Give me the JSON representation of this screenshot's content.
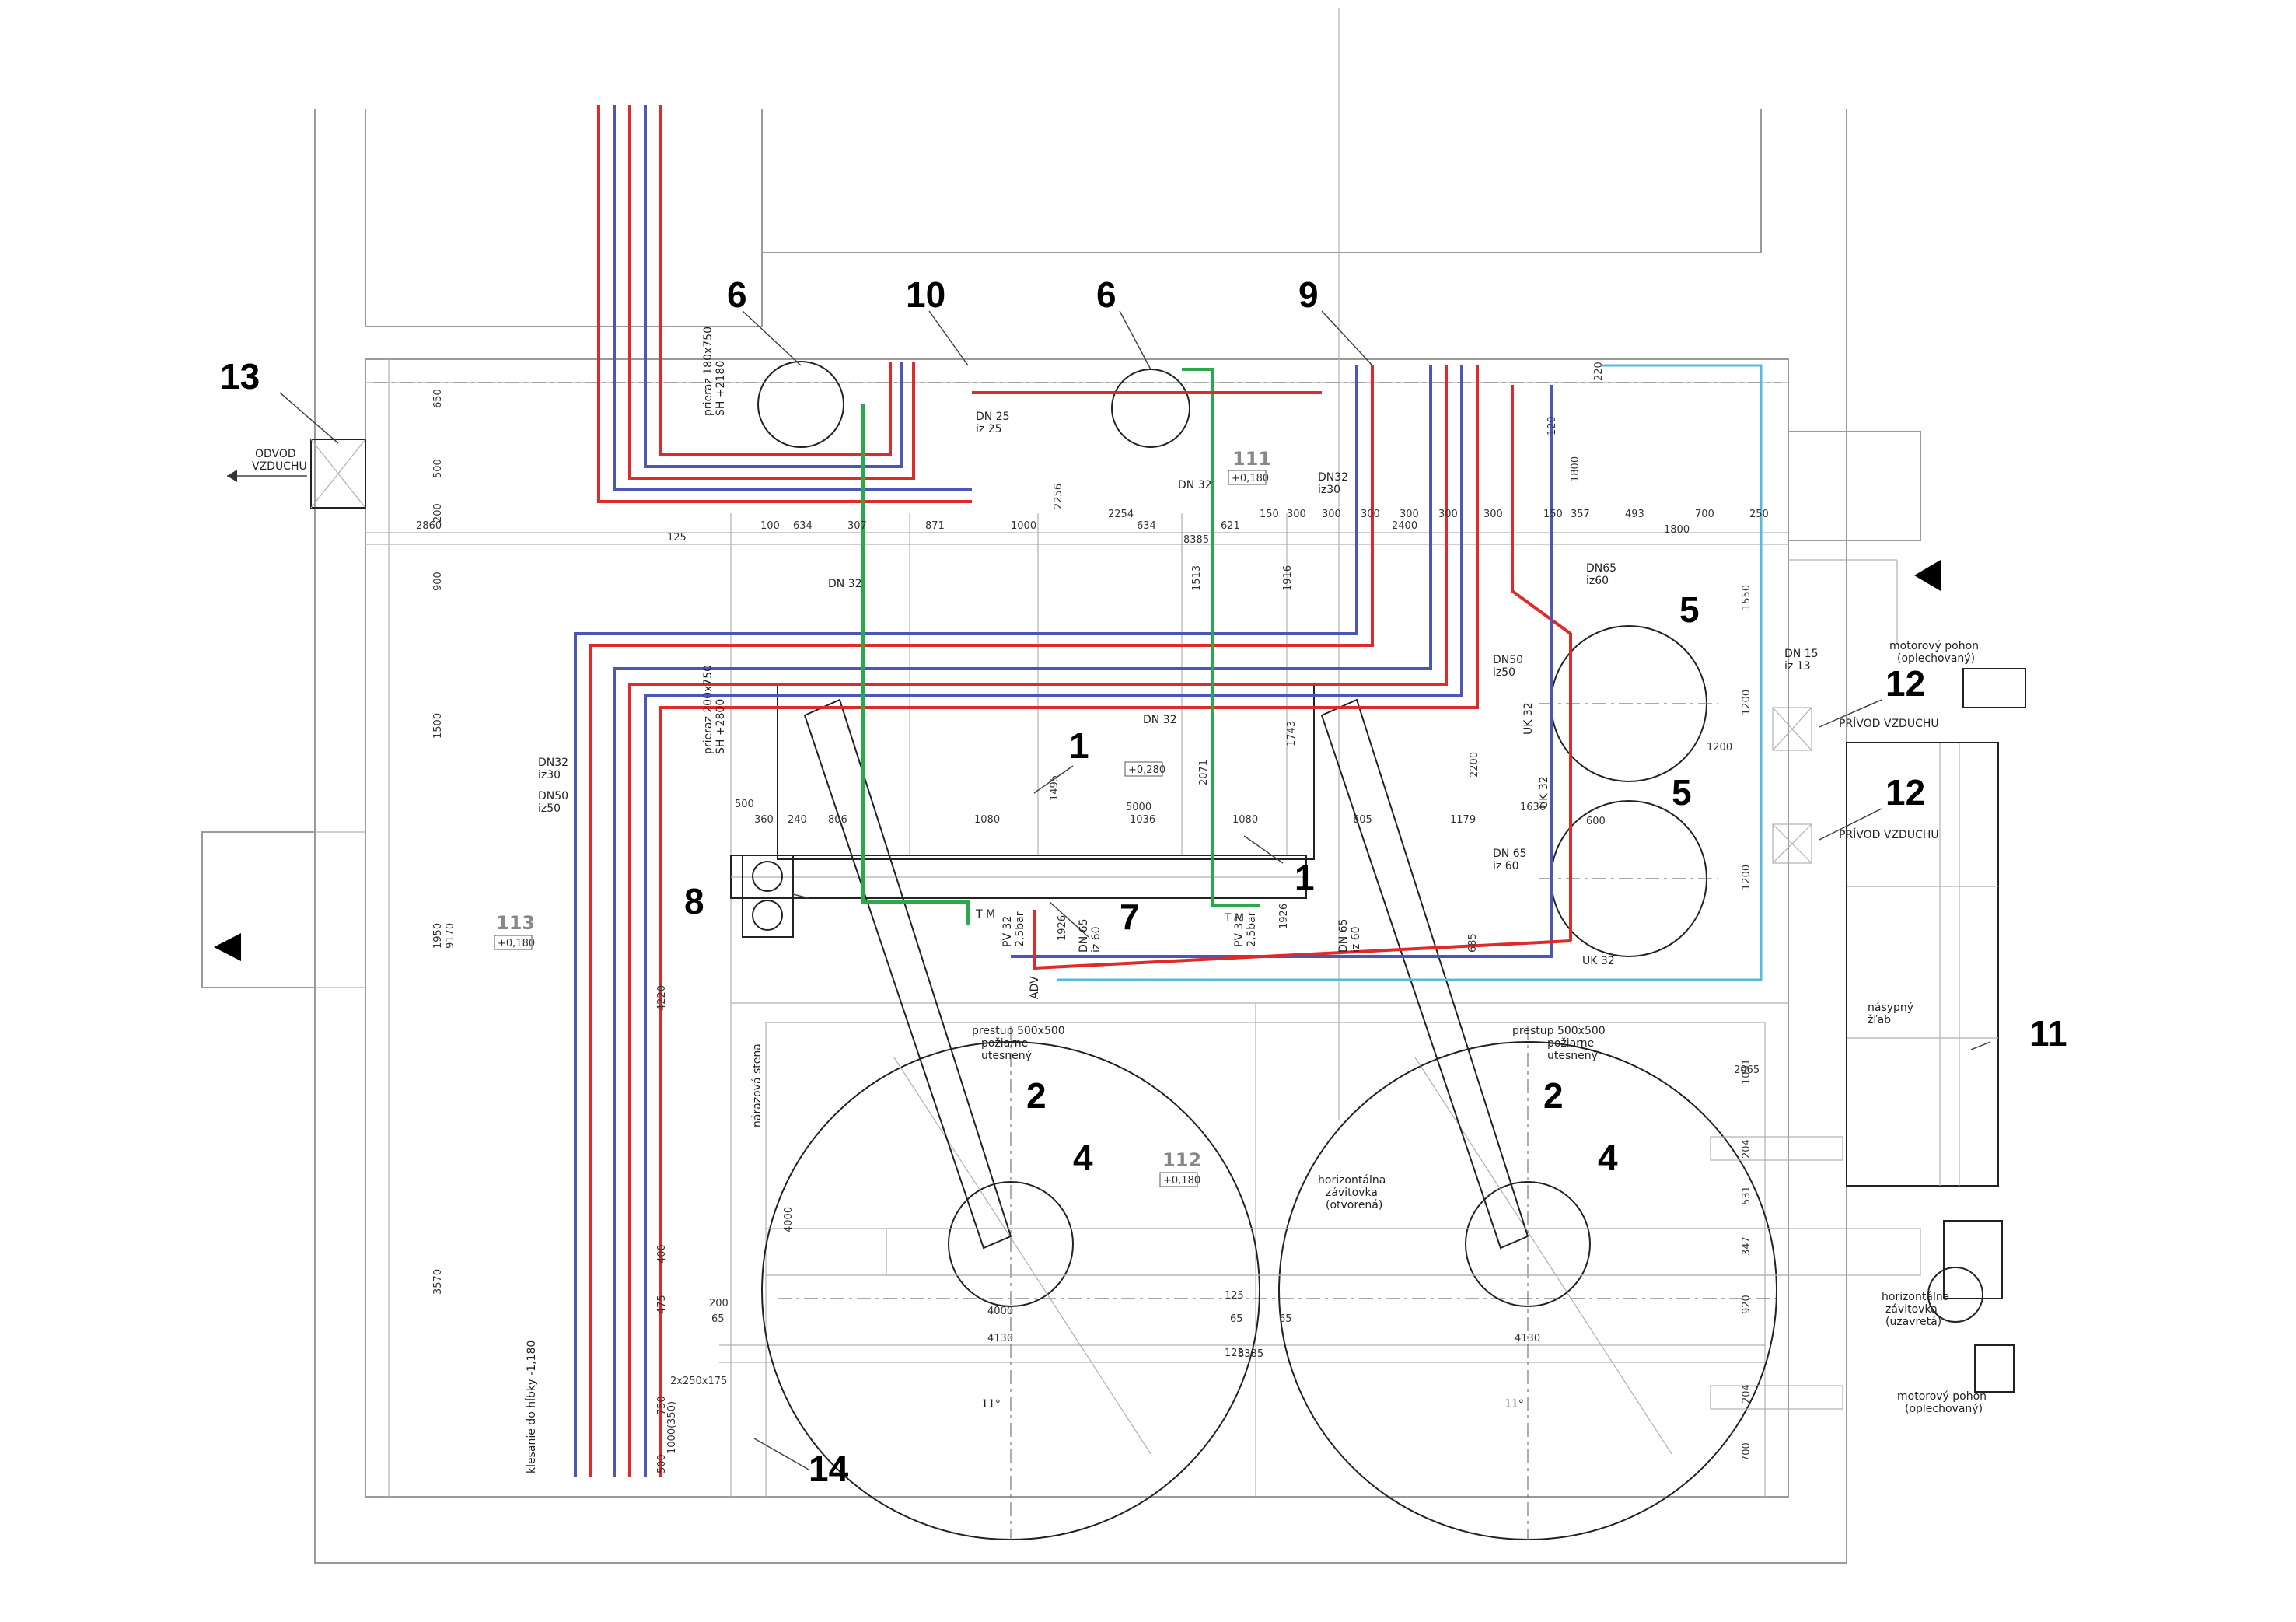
{
  "title": "",
  "markers": {
    "m1a": "1",
    "m1b": "1",
    "m2a": "2",
    "m2b": "2",
    "m4a": "4",
    "m4b": "4",
    "m5a": "5",
    "m5b": "5",
    "m6a": "6",
    "m6b": "6",
    "m7": "7",
    "m8": "8",
    "m9": "9",
    "m10": "10",
    "m11": "11",
    "m12a": "12",
    "m12b": "12",
    "m13": "13",
    "m14": "14"
  },
  "rooms": {
    "r111": "111",
    "r111_level": "+0,180",
    "r112": "112",
    "r112_level": "+0,180",
    "r113": "113",
    "r113_level": "+0,180",
    "level_0280": "+0,280"
  },
  "notes": {
    "odvod": "ODVOD",
    "vzduchu": "VZDUCHU",
    "privod1": "PRÍVOD VZDUCHU",
    "privod2": "PRÍVOD VZDUCHU",
    "motor1a": "motorový pohon",
    "motor1b": "(oplechovaný)",
    "motor2a": "motorový pohon",
    "motor2b": "(oplechovaný)",
    "prestup1a": "prestup 500x500",
    "prestup1b": "požiarne",
    "prestup1c": "utesnený",
    "prestup2a": "prestup 500x500",
    "prestup2b": "požiarne",
    "prestup2c": "utesnený",
    "horiz1a": "horizontálna",
    "horiz1b": "závitovka",
    "horiz1c": "(otvorená)",
    "horiz2a": "horizontálna",
    "horiz2b": "závitovka",
    "horiz2c": "(uzavretá)",
    "nasypny1": "násypný",
    "nasypny2": "žľab",
    "klesanie": "klesanie do hĺbky -1,180",
    "narazova": "nárazová stena",
    "priraz1": "prieraz 180x750",
    "priraz1b": "SH +2180",
    "priraz2": "prieraz 200x750",
    "priraz2b": "SH +2800",
    "dn32": "DN 32",
    "dn32b": "DN 32",
    "dn32c": "DN 32",
    "dn32iz30": "DN32",
    "dn32iz30b": "iz30",
    "dn32iz30_l": "DN32",
    "dn32iz30_lb": "iz30",
    "dn50iz50": "DN50",
    "dn50iz50b": "iz50",
    "dn50iz50_r": "DN50",
    "dn50iz50_rb": "iz50",
    "dn65iz60": "DN65",
    "dn65iz60b": "iz60",
    "dn65_1": "DN 65",
    "dn65_1b": "iz 60",
    "dn65_2": "DN 65",
    "dn65_2b": "iz 60",
    "dn65_3": "DN 65",
    "dn65_3b": "iz 60",
    "dn25": "DN 25",
    "dn25b": "iz 25",
    "dn15": "DN 15",
    "dn15b": "iz 13",
    "uk32a": "UK 32",
    "uk32b": "UK 32",
    "uk32c": "UK 32",
    "pv32a": "PV 32",
    "pv32ab": "2,5bar",
    "pv32b": "PV 32",
    "pv32bb": "2,5bar",
    "adv": "ADV",
    "tm1": "T M",
    "tm2": "T M",
    "deg1": "11°",
    "deg2": "11°",
    "slope": "2x250x175",
    "d1000": "1000(350)"
  },
  "dims": {
    "d2860": "2860",
    "d125a": "125",
    "d100": "100",
    "d634a": "634",
    "d307": "307",
    "d871": "871",
    "d1000a": "1000",
    "d2254": "2254",
    "d634b": "634",
    "d621": "621",
    "d150a": "150",
    "d300a": "300",
    "d300b": "300",
    "d300c": "300",
    "d2400": "2400",
    "d300d": "300",
    "d300e": "300",
    "d300f": "300",
    "d150b": "150",
    "d357": "357",
    "d493": "493",
    "d700": "700",
    "d250": "250",
    "d1800": "1800",
    "d8385a": "8385",
    "d650a": "650",
    "d500a": "500",
    "d200a": "200",
    "d900": "900",
    "d1500": "1500",
    "d1950": "1950",
    "d3570": "3570",
    "d9170": "9170",
    "d500b": "500",
    "d360": "360",
    "d240": "240",
    "d806": "806",
    "d1080a": "1080",
    "d5000": "5000",
    "d1036": "1036",
    "d1080b": "1080",
    "d805": "805",
    "d1179": "1179",
    "d4000a": "4000",
    "d4000b": "4000",
    "d4130a": "4130",
    "d4130b": "4130",
    "d8385b": "8385",
    "d125b": "125",
    "d125c": "125",
    "d65a": "65",
    "d65b": "65",
    "d65c": "65",
    "d200b": "200",
    "d2065": "2065",
    "d1091": "1091",
    "d204a": "204",
    "d204b": "204",
    "d531": "531",
    "d347": "347",
    "d920": "920",
    "d700b": "700",
    "d1550": "1550",
    "d1200a": "1200",
    "d1200b": "1200",
    "d1200c": "1200",
    "d600": "600",
    "d1636": "1636",
    "d2200": "2200",
    "d1495": "1495",
    "d2071": "2071",
    "d1743": "1743",
    "d1513": "1513",
    "d1916": "1916",
    "d2256": "2256",
    "d1926a": "1926",
    "d1926b": "1926",
    "d685": "685",
    "d4220": "4220",
    "d400a": "400",
    "d475": "475",
    "d750": "750",
    "d500c": "500",
    "d220": "220",
    "d1800b": "1800",
    "d120": "120"
  }
}
